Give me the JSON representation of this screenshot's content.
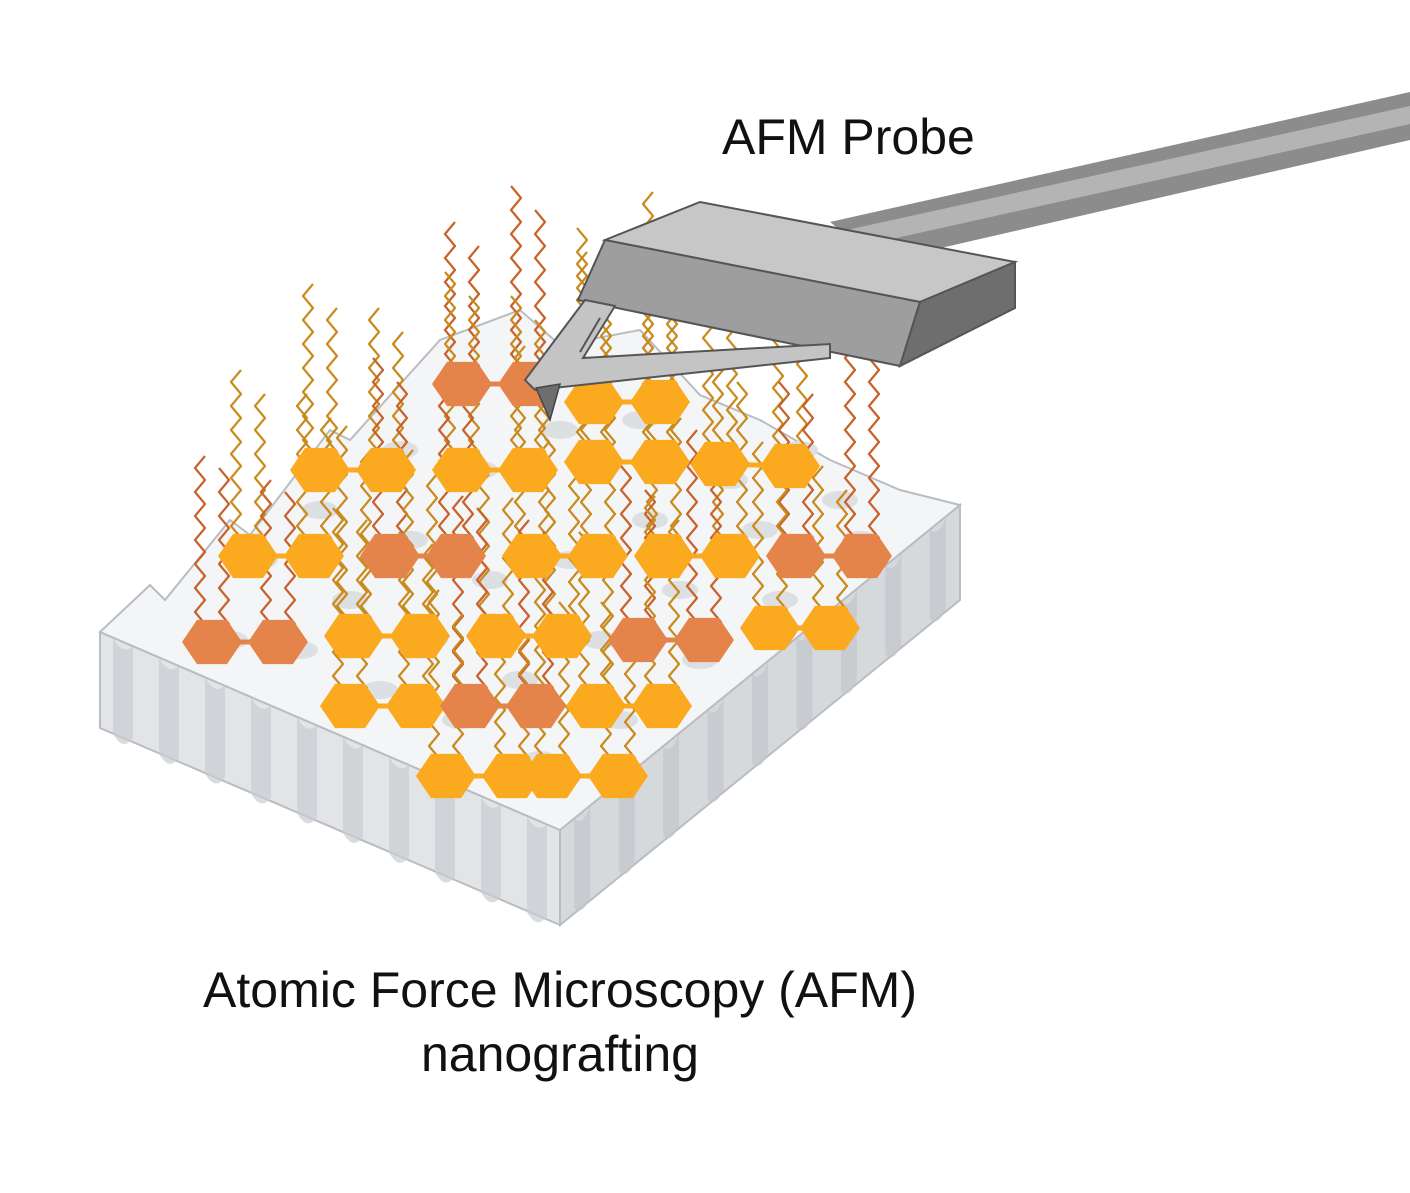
{
  "labels": {
    "probe": "AFM Probe",
    "caption_line1": "Atomic Force Microscopy (AFM)",
    "caption_line2": "nanografting"
  },
  "colors": {
    "molecule_orange": "#FBAA1F",
    "molecule_dark_orange": "#E5844A",
    "chain_gold": "#C98A1E",
    "chain_rust": "#C9612C",
    "substrate_top": "#F4F5F6",
    "substrate_side": "#DCDFE2",
    "probe_light": "#C7C7C7",
    "probe_dark": "#707070"
  }
}
